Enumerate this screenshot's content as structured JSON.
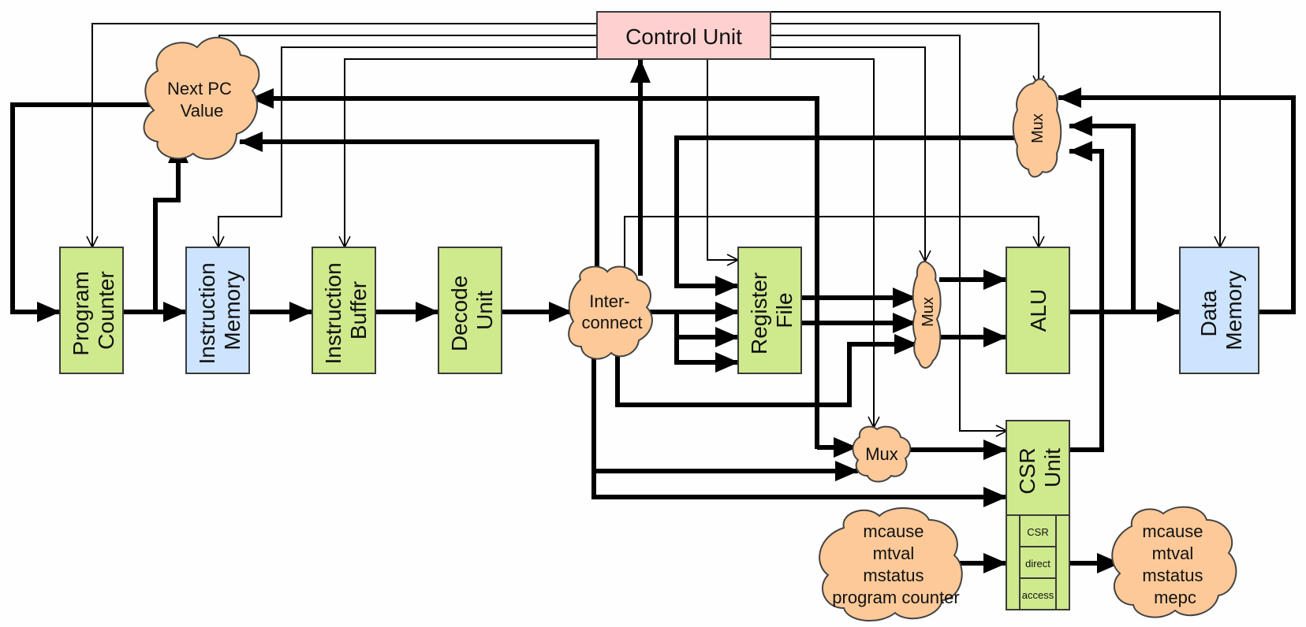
{
  "diagram": {
    "title": "Processor datapath block diagram",
    "colors": {
      "control": "#ffd0d0",
      "logic_block": "#cfe98d",
      "memory_block": "#cde4fe",
      "cloud": "#fdc998",
      "wire": "#000000"
    },
    "nodes": {
      "control_unit": {
        "label": "Control Unit"
      },
      "next_pc": {
        "lines": [
          "Next PC",
          "Value"
        ]
      },
      "program_counter": {
        "lines": [
          "Program",
          "Counter"
        ]
      },
      "instruction_memory": {
        "lines": [
          "Instruction",
          "Memory"
        ]
      },
      "instruction_buffer": {
        "lines": [
          "Instruction",
          "Buffer"
        ]
      },
      "decode_unit": {
        "lines": [
          "Decode",
          "Unit"
        ]
      },
      "interconnect": {
        "lines": [
          "Inter-",
          "connect"
        ]
      },
      "register_file": {
        "lines": [
          "Register",
          "File"
        ]
      },
      "alu_mux": {
        "label": "Mux"
      },
      "alu": {
        "label": "ALU"
      },
      "data_memory": {
        "lines": [
          "Data",
          "Memory"
        ]
      },
      "writeback_mux": {
        "label": "Mux"
      },
      "csr_mux": {
        "label": "Mux"
      },
      "csr_unit": {
        "lines": [
          "CSR",
          "Unit"
        ],
        "sub_cells": [
          "CSR",
          "direct",
          "access"
        ]
      },
      "csr_inputs": {
        "lines": [
          "mcause",
          "mtval",
          "mstatus",
          "program counter"
        ]
      },
      "csr_outputs": {
        "lines": [
          "mcause",
          "mtval",
          "mstatus",
          "mepc"
        ]
      }
    }
  }
}
